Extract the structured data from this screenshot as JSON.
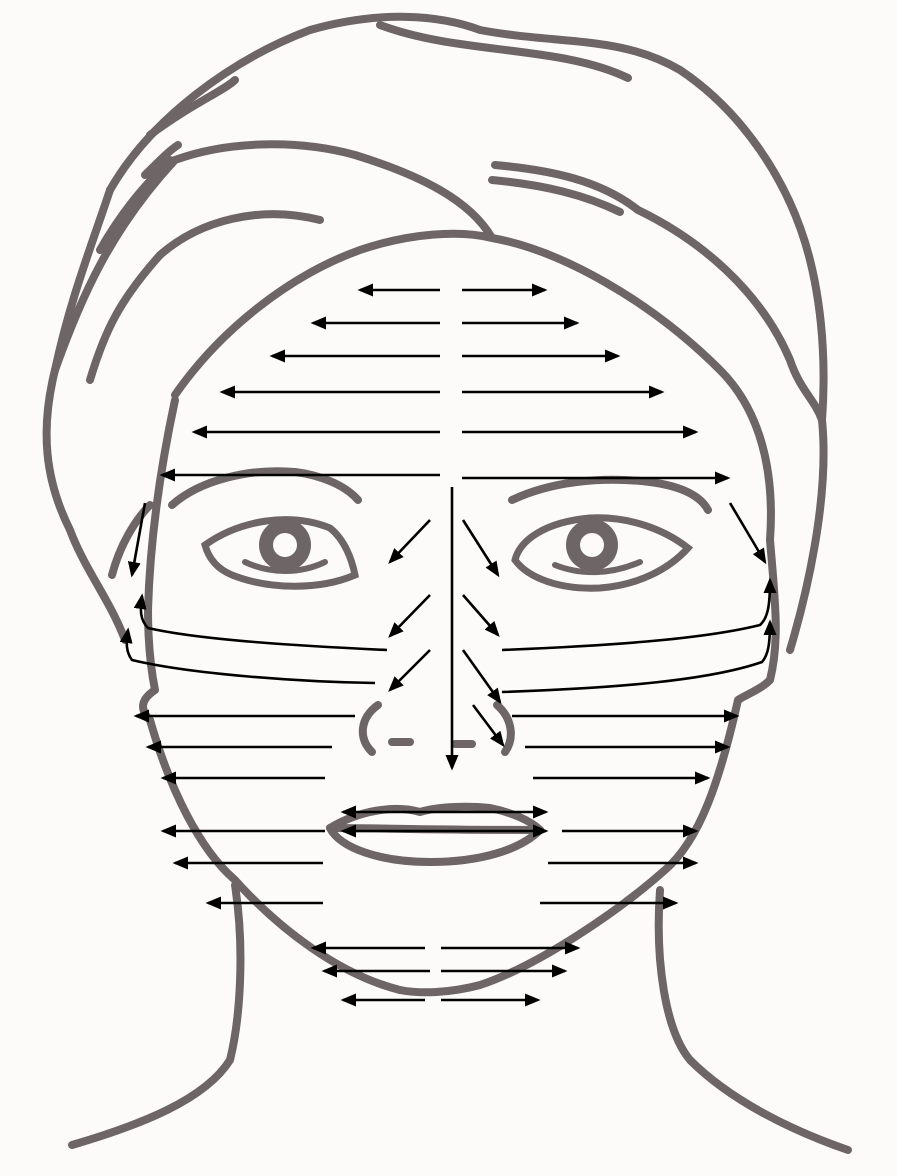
{
  "figure": {
    "subject": "face-massage-direction-diagram",
    "colors": {
      "outline": "#6e6566",
      "arrows": "#000000",
      "background": "#fdfbf9"
    },
    "arrow_groups": [
      {
        "region": "forehead",
        "direction": "outward-horizontal",
        "rows": 6
      },
      {
        "region": "nose-bridge",
        "direction": "diagonal-down-outward",
        "rows": 3
      },
      {
        "region": "nose-center",
        "direction": "vertical-down",
        "rows": 1
      },
      {
        "region": "temples",
        "direction": "diagonal-down",
        "rows": 1
      },
      {
        "region": "cheeks-upper",
        "direction": "curved-outward-up",
        "rows": 2
      },
      {
        "region": "cheeks-lower",
        "direction": "outward-horizontal",
        "rows": 6
      },
      {
        "region": "lips",
        "direction": "outward-horizontal",
        "rows": 2
      },
      {
        "region": "chin",
        "direction": "outward-horizontal",
        "rows": 3
      }
    ]
  }
}
